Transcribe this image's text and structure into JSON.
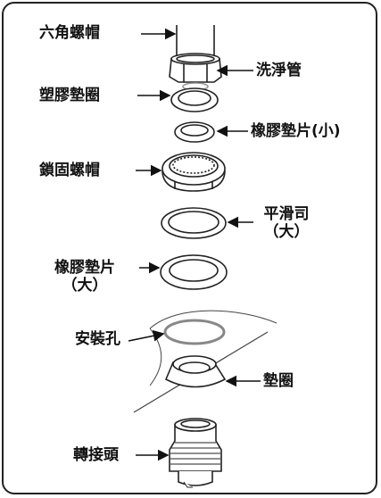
{
  "labels": {
    "hex_nut": "六角螺帽",
    "wash_pipe": "洗淨管",
    "plastic_gasket": "塑膠墊圈",
    "rubber_gasket_small": "橡膠墊片(小)",
    "lock_nut": "鎖固螺帽",
    "flat_washer_line1": "平滑司",
    "flat_washer_line2": "（大）",
    "rubber_gasket_large_line1": "橡膠墊片",
    "rubber_gasket_large_line2": "（大）",
    "mounting_hole": "安裝孔",
    "washer": "墊圈",
    "adapter": "轉接頭"
  }
}
